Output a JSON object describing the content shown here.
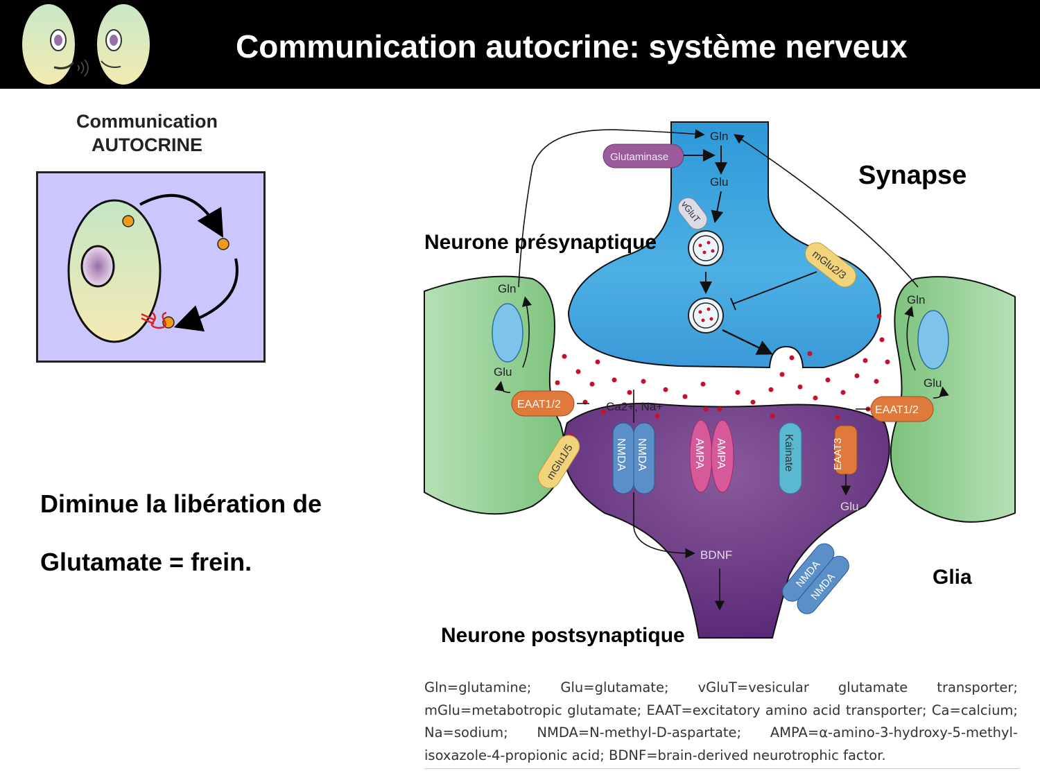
{
  "header": {
    "title": "Communication autocrine: système nerveux"
  },
  "autocrine_panel": {
    "caption_line1": "Communication",
    "caption_line2": "AUTOCRINE"
  },
  "body": {
    "line1": "Diminue la libération de",
    "line2": "Glutamate = frein."
  },
  "synapse": {
    "title": "Synapse",
    "presynaptic_label": "Neurone présynaptique",
    "postsynaptic_label": "Neurone postsynaptique",
    "glia_label": "Glia",
    "labels": {
      "gln_top": "Gln",
      "glutaminase": "Glutaminase",
      "glu_top": "Glu",
      "vglut": "vGluT",
      "mglu23": "mGlu2/3",
      "gln_left": "Gln",
      "glu_left": "Glu",
      "eaat_left": "EAAT1/2",
      "gln_right": "Gln",
      "glu_right": "Glu",
      "eaat_right": "EAAT1/2",
      "ions": "Ca2+, Na+",
      "nmda": "NMDA",
      "ampa": "AMPA",
      "kainate": "Kainate",
      "eaat3": "EAAT3",
      "glu_post": "Glu",
      "mglu15": "mGlu1/5",
      "bdnf": "BDNF"
    }
  },
  "legend": {
    "text": "Gln=glutamine; Glu=glutamate; vGluT=vesicular glutamate transporter; mGlu=metabotropic glutamate; EAAT=excitatory amino acid transporter; Ca=calcium; Na=sodium; NMDA=N-methyl-D-aspartate; AMPA=α-amino-3-hydroxy-5-methyl-isoxazole-4-propionic acid; BDNF=brain-derived neurotrophic factor."
  },
  "colors": {
    "presynaptic": "#3aa0dc",
    "postsynaptic": "#7a3f8c",
    "glia": "#8fcf8f",
    "eaat": "#e07a3c",
    "mglu": "#f2d27a",
    "nmda": "#5a8fc8",
    "ampa": "#d65a9a",
    "kainate": "#5ab8d0",
    "glutamate_dot": "#c8102e",
    "autocrine_bg": "#ccc6ff"
  }
}
